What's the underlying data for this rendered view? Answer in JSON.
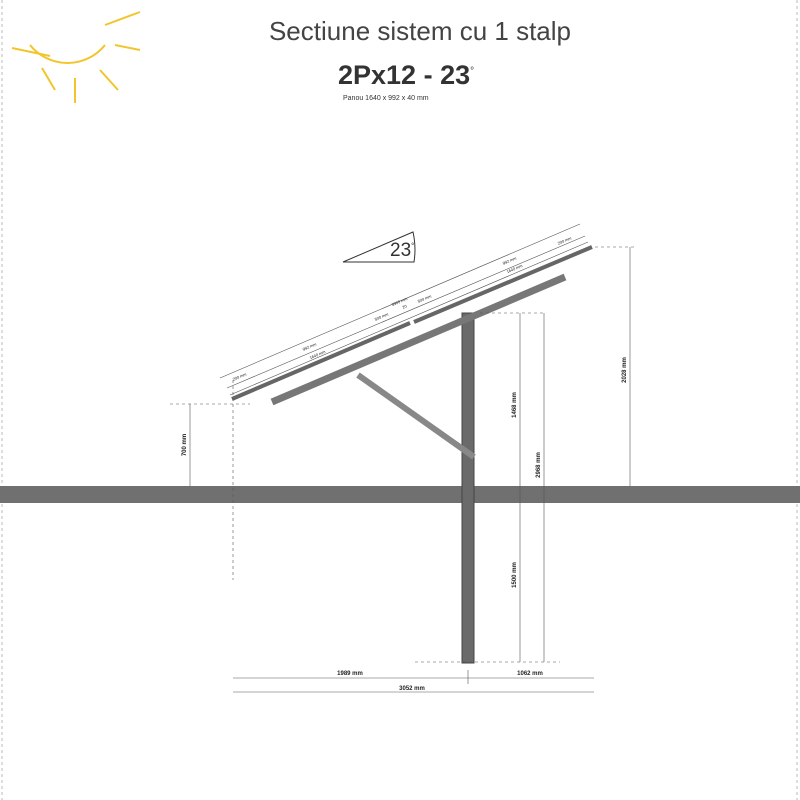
{
  "title": "Sectiune sistem cu 1 stalp",
  "subtitle": "2Px12 - 23",
  "subtitle_degree": "°",
  "panel_note": "Panou 1640 x 992 x 40 mm",
  "angle_label": "23",
  "angle_degree": "°",
  "dimensions": {
    "panel_total": "3300 mm",
    "panel_width_1": "992 mm",
    "panel_width_2": "992 mm",
    "panel_len_1": "1640 mm",
    "panel_len_2": "1640 mm",
    "gap_1": "500 mm",
    "gap_2": "500 mm",
    "gap_mid": "20",
    "end_left": "200 mm",
    "end_right": "200 mm",
    "low_edge_height": "700 mm",
    "post_above_ground": "1468 mm",
    "post_total": "2968 mm",
    "high_edge_height": "2028 mm",
    "embed_depth": "1500 mm",
    "front_span": "1989 mm",
    "rear_span": "1062 mm",
    "total_span": "3052 mm"
  },
  "colors": {
    "sun": "#f2c52a",
    "steel": "#6f6f6f",
    "ground": "#707070"
  }
}
